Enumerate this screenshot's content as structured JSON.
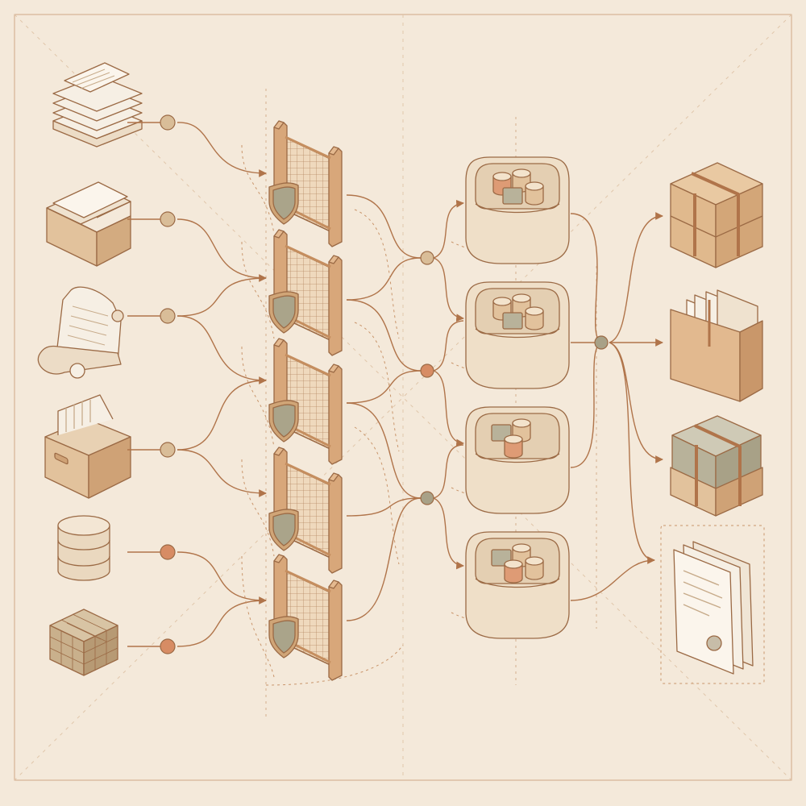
{
  "diagram": {
    "palette": {
      "background": "#f4e9da",
      "line": "#b0744a",
      "dashed_guide": "#c9956b",
      "outline": "#9b6a45",
      "paper": "#f6efe4",
      "tan": "#e2c29c",
      "tan_dark": "#c99c6e",
      "olive": "#b8b29a",
      "terracotta": "#de9b75",
      "node_tan": "#d9bd98",
      "node_terracotta": "#d78c64",
      "node_olive": "#a8a187"
    },
    "sources": [
      {
        "name": "paper-stack-icon"
      },
      {
        "name": "folder-documents-icon"
      },
      {
        "name": "scroll-icon"
      },
      {
        "name": "file-box-icon"
      },
      {
        "name": "database-cylinder-icon"
      },
      {
        "name": "cube-grid-icon"
      }
    ],
    "source_nodes": [
      "tan",
      "tan",
      "tan",
      "tan",
      "terracotta",
      "terracotta"
    ],
    "gates": [
      {
        "name": "shield-gate-1-icon"
      },
      {
        "name": "shield-gate-2-icon"
      },
      {
        "name": "shield-gate-3-icon"
      },
      {
        "name": "shield-gate-4-icon"
      },
      {
        "name": "shield-gate-5-icon"
      }
    ],
    "hub_nodes": [
      "tan",
      "terracotta",
      "olive"
    ],
    "containers": [
      {
        "name": "storage-bin-1-icon",
        "contents": [
          "terracotta",
          "tan",
          "olive",
          "tan"
        ]
      },
      {
        "name": "storage-bin-2-icon",
        "contents": [
          "tan",
          "tan",
          "olive",
          "tan"
        ]
      },
      {
        "name": "storage-bin-3-icon",
        "contents": [
          "olive",
          "tan",
          "terracotta"
        ]
      },
      {
        "name": "storage-bin-4-icon",
        "contents": [
          "olive",
          "tan",
          "terracotta",
          "tan"
        ]
      }
    ],
    "output_hub": "olive",
    "outputs": [
      {
        "name": "strapped-crate-icon"
      },
      {
        "name": "folder-file-box-icon"
      },
      {
        "name": "banded-bundle-icon"
      },
      {
        "name": "certified-documents-icon"
      }
    ]
  }
}
